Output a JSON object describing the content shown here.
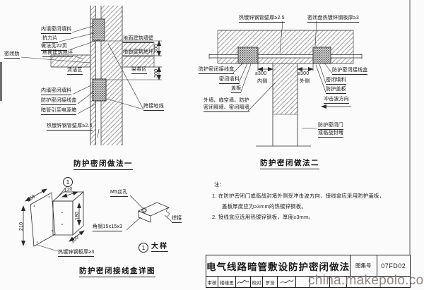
{
  "figure1": {
    "caption": "防护密闭做法一",
    "labels": {
      "inner_fill_top": "内填密闭填料",
      "resistance_piece": "抗力片",
      "method_see_page": "做法见22页",
      "sealing_rib": "密闭肋",
      "ground_floor_left": "地面建筑地坪",
      "clean_zone": "清洁区",
      "ground_wall": "地面建筑墙壁",
      "ground_floor_right": "地面建筑地坪",
      "contaminated_zone": "染毒区",
      "dim_upper": "300",
      "dim_lower": "300",
      "inner_fill_bottom": "内填密闭填料",
      "protective_sealed_box": "防护密闭接线盒",
      "conduit_to_power_box": "暗管引至电源箱",
      "bonding_jumper": "跨接地线",
      "pipe_wall_thickness": "热镀锌钢管壁厚≥2.5"
    }
  },
  "figure2": {
    "caption": "防护密闭做法二",
    "labels": {
      "pipe_wall_thickness": "热镀锌钢管壁厚≥2.5",
      "sealing_plate": "密闭盘热镀锌钢板厚≥3",
      "box_left": "防护密闭接线盒",
      "fill_left": "密闭填料",
      "cover_left": "盖板",
      "dim_inner": "≤300",
      "inner_side": "内侧",
      "dim_outer": "≤300",
      "outer_side": "外侧",
      "box_right": "防护密闭接线盒",
      "fill_right": "密闭填料",
      "cover_right": "防护盖板",
      "wall_types_line1": "外墙、临空墙、防护",
      "wall_types_line2": "密闭隔墙、密闭隔墙",
      "shock_wave_direction": "冲击波方向",
      "door_line1": "防护密闭门",
      "door_line2": "或临战封堵"
    }
  },
  "figure3": {
    "caption": "防护密闭接线盒详图",
    "detail_no": "1",
    "detail_ref_no": "1",
    "detail_ref_label": "大样",
    "dims": {
      "d180a": "180",
      "d120": "120",
      "d180b": "180",
      "d210": "210",
      "d150": "150"
    },
    "labels": {
      "plate_thickness": "热镀锌钢板厚≥3",
      "m5_hole": "M5丝孔",
      "angle_steel": "角钢15x15x3",
      "weld": "焊接"
    }
  },
  "notes": {
    "heading": "注：",
    "item1_line1": "1. 在防护密闭门或临战封堵外侧受冲击波方向，接线盒应采用防护盖板，",
    "item1_line2": "盖板厚度应为≥3mm的热镀锌钢板。",
    "item2": "2. 接线盒应选用热镀锌钢板，厚度≥3mm。"
  },
  "title_block": {
    "title": "电气线路暗管敷设防护密闭做法",
    "atlas_no_label": "图集号",
    "atlas_no": "07FD02",
    "row": {
      "review_label": "审核",
      "reviewer": "楼维思",
      "check_label": "校对",
      "checker": "罗浩"
    }
  },
  "watermark": "china.makepolo.com"
}
